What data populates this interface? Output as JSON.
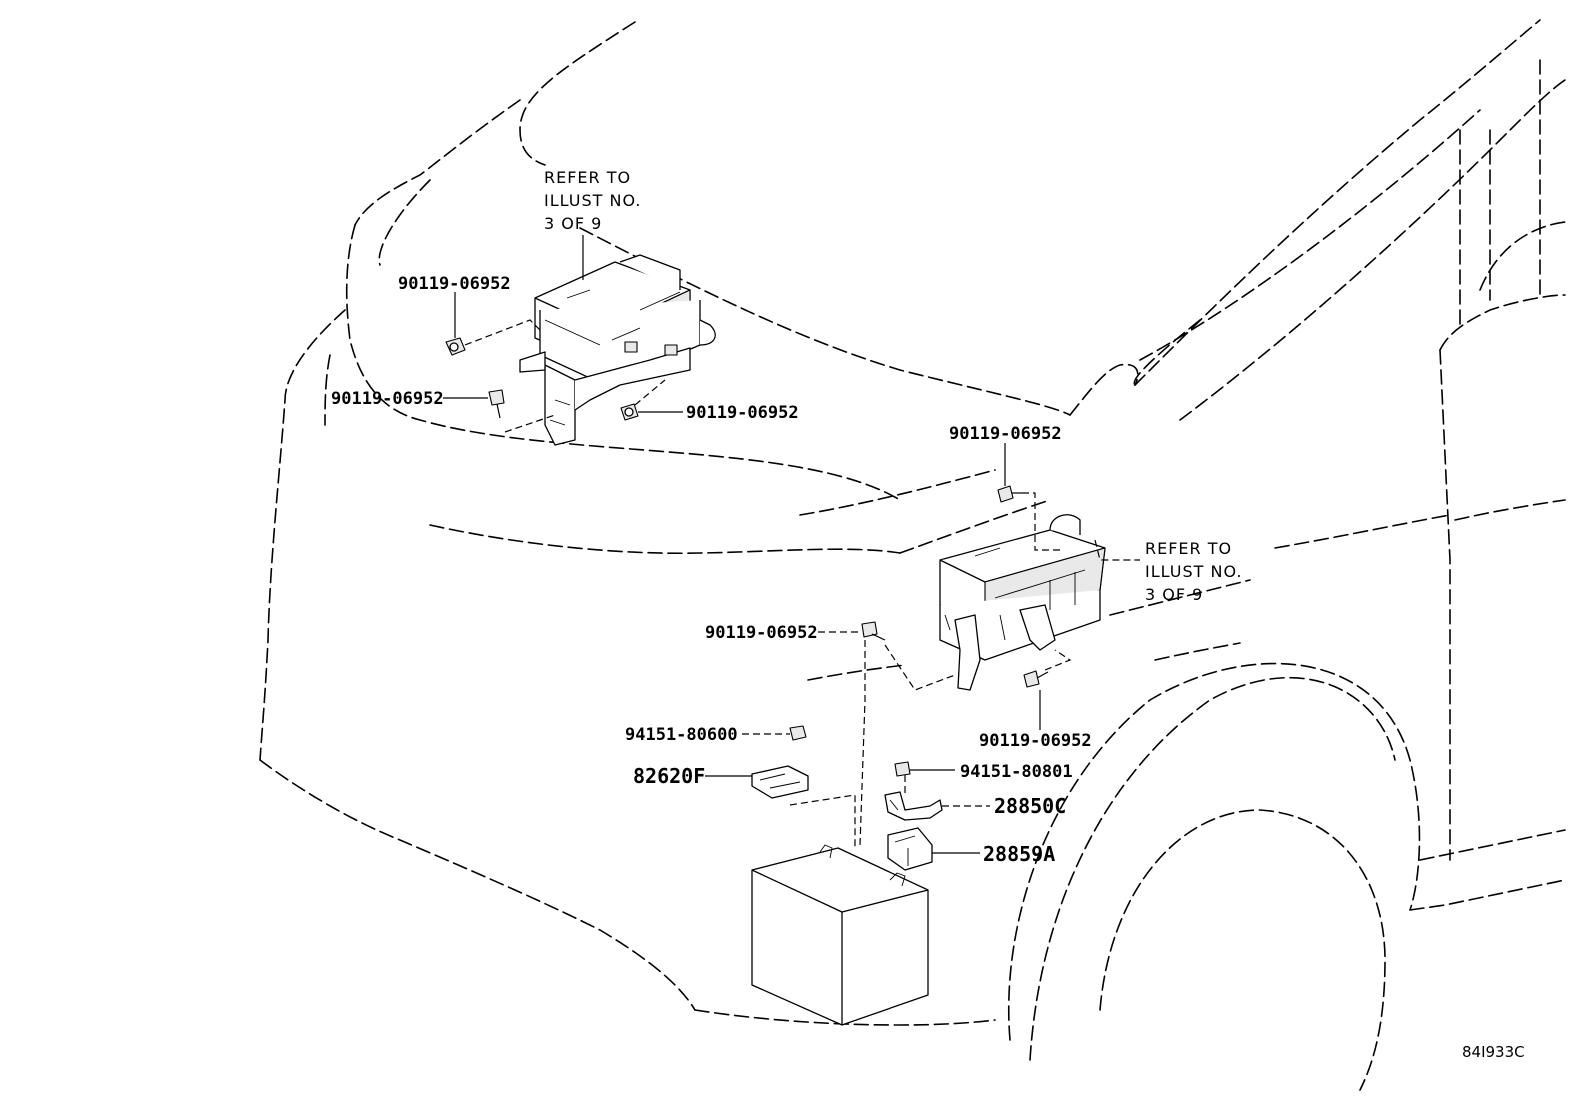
{
  "diagram": {
    "fastener_bolt": "90119-06952",
    "nut_a": "94151-80600",
    "nut_b": "94151-80801",
    "part_82620F": "82620F",
    "part_28850C": "28850C",
    "part_28859A": "28859A",
    "refer_note_line1": "REFER TO",
    "refer_note_line2": "ILLUST NO.",
    "refer_note_line3": "3 OF 9",
    "illustration_code": "84I933C"
  }
}
